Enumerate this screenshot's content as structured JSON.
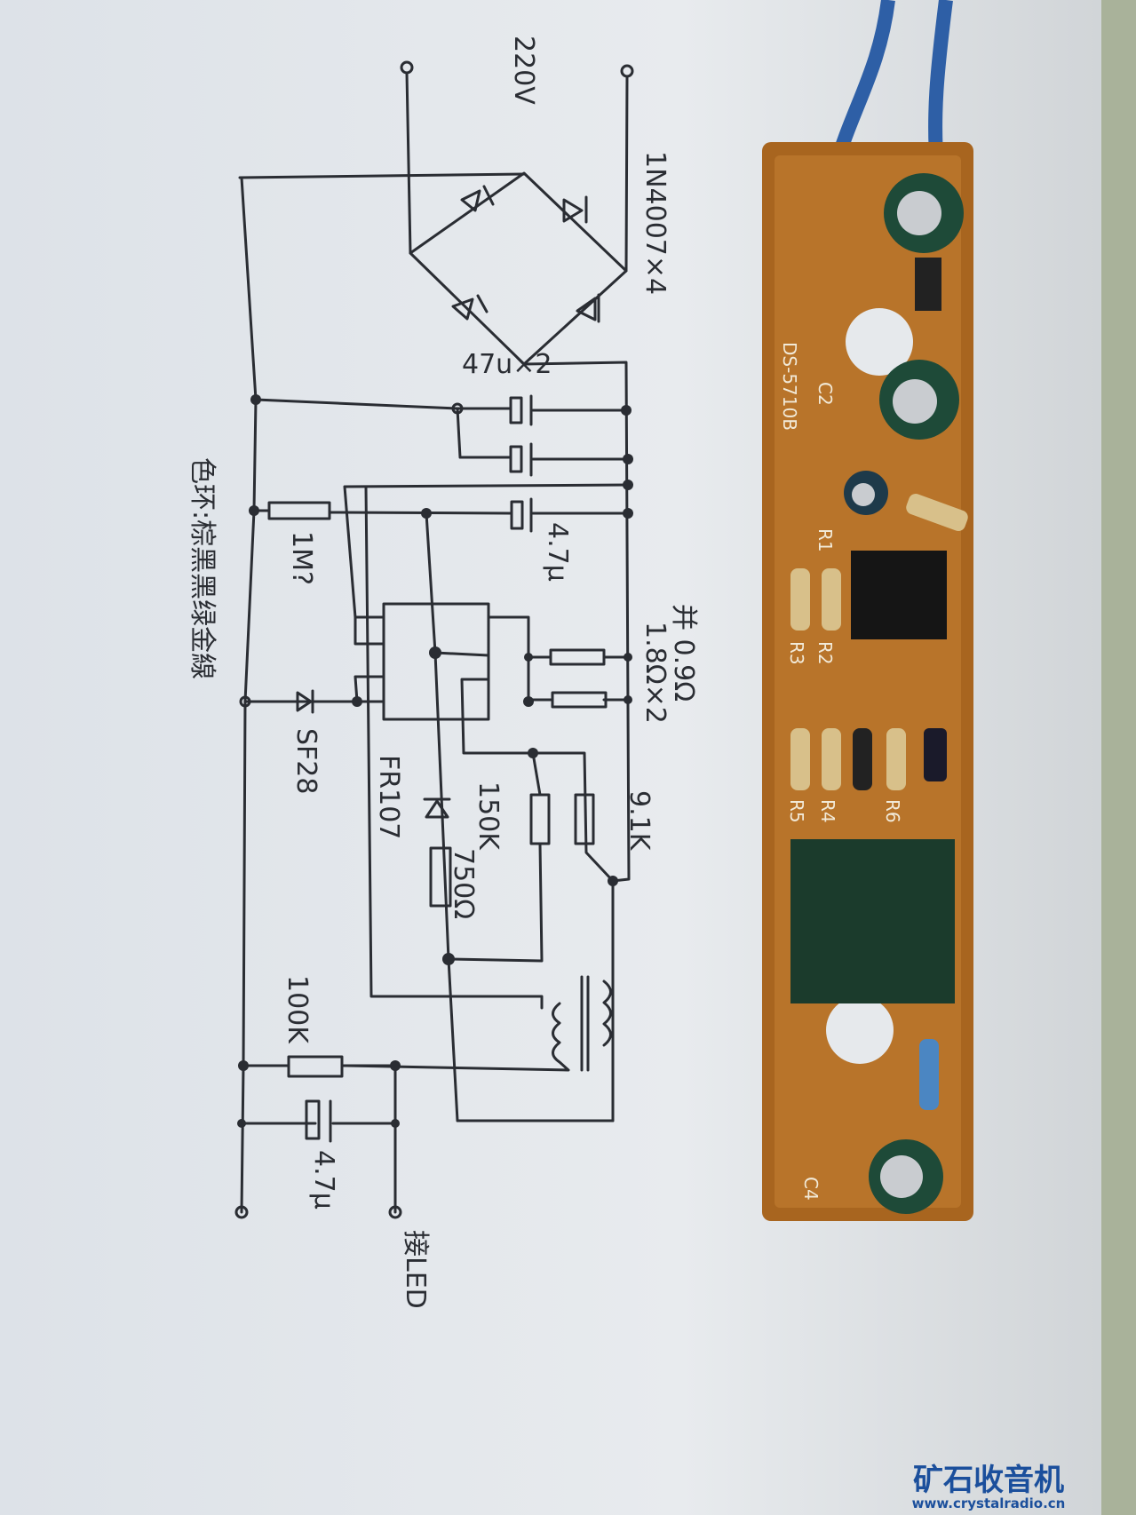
{
  "schematic": {
    "input_voltage": "220V",
    "bridge_label": "1N4007×4",
    "input_caps": "47u×2",
    "cap_4u7_top": "4.7μ",
    "resistor_1m": "1M?",
    "color_code_note": "色环:棕黑黑绿金線",
    "parallel_resistor": "并 0.9Ω",
    "sense_resistors": "1.8Ω×2",
    "diode_sf28": "SF28",
    "diode_fr107": "FR107",
    "resistor_150k": "150K",
    "resistor_9k1": "9.1K",
    "resistor_750": "750Ω",
    "resistor_100k": "100K",
    "cap_4u7_bottom": "4.7μ",
    "led_label": "接LED"
  },
  "pcb": {
    "board_name": "DS-5710B",
    "labels": [
      "C2",
      "R1",
      "R2",
      "R3",
      "R5",
      "R4",
      "R6",
      "C4"
    ],
    "board_color": "#a8651f",
    "wire_color": "#2e5fa6"
  },
  "watermark": {
    "title": "矿石收音机",
    "url": "www.crystalradio.cn"
  }
}
